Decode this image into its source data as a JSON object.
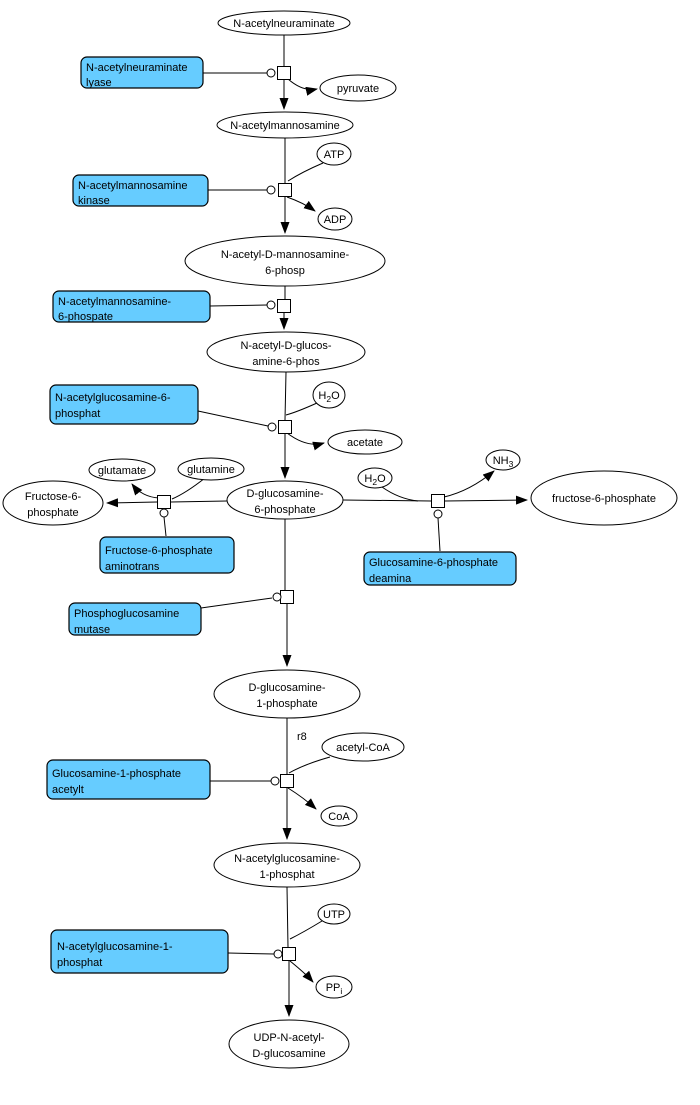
{
  "colors": {
    "enzyme_fill": "#66CCFF",
    "species_fill": "#FFFFFF",
    "stroke": "#000000",
    "background": "#FFFFFF"
  },
  "labels": {
    "r8": "r8"
  },
  "species": {
    "n_acetylneuraminate": {
      "label": "N-acetylneuraminate"
    },
    "pyruvate": {
      "label": "pyruvate"
    },
    "n_acetylmannosamine": {
      "label": "N-acetylmannosamine"
    },
    "atp": {
      "label": "ATP"
    },
    "adp": {
      "label": "ADP"
    },
    "n_acetyl_d_mannosamine_6_phosp": {
      "line1": "N-acetyl-D-mannosamine-",
      "line2": "6-phosp"
    },
    "n_acetyl_d_glucosamine_6_phos": {
      "line1": "N-acetyl-D-glucos-",
      "line2": "amine-6-phos"
    },
    "h2o_1": {
      "pre": "H",
      "sub": "2",
      "post": "O"
    },
    "acetate": {
      "label": "acetate"
    },
    "glutamate": {
      "label": "glutamate"
    },
    "glutamine": {
      "label": "glutamine"
    },
    "fructose_6_phosphate_left": {
      "line1": "Fructose-6-",
      "line2": "phosphate"
    },
    "d_glucosamine_6_phosphate": {
      "line1": "D-glucosamine-",
      "line2": "6-phosphate"
    },
    "h2o_2": {
      "pre": "H",
      "sub": "2",
      "post": "O"
    },
    "nh3": {
      "pre": "NH",
      "sub": "3",
      "post": ""
    },
    "fructose_6_phosphate_right": {
      "label": "fructose-6-phosphate"
    },
    "d_glucosamine_1_phosphate": {
      "line1": "D-glucosamine-",
      "line2": "1-phosphate"
    },
    "acetyl_coa": {
      "label": "acetyl-CoA"
    },
    "coa": {
      "label": "CoA"
    },
    "n_acetylglucosamine_1_phosphat": {
      "line1": "N-acetylglucosamine-",
      "line2": "1-phosphat"
    },
    "utp": {
      "label": "UTP"
    },
    "ppi": {
      "pre": "PP",
      "sub": "i",
      "post": ""
    },
    "udp_n_acetyl_d_glucosamine": {
      "line1": "UDP-N-acetyl-",
      "line2": "D-glucosamine"
    }
  },
  "enzymes": {
    "n_acetylneuraminate_lyase": {
      "line1": "N-acetylneuraminate",
      "line2": "lyase"
    },
    "n_acetylmannosamine_kinase": {
      "line1": "N-acetylmannosamine",
      "line2": "kinase"
    },
    "n_acetylmannosamine_6_phospate": {
      "line1": "N-acetylmannosamine-",
      "line2": "6-phospate"
    },
    "n_acetylglucosamine_6_phosphat": {
      "line1": "N-acetylglucosamine-6-",
      "line2": "phosphat"
    },
    "fructose_6_phosphate_aminotrans": {
      "line1": "Fructose-6-phosphate",
      "line2": "aminotrans"
    },
    "glucosamine_6_phosphate_deamina": {
      "line1": "Glucosamine-6-phosphate",
      "line2": "deamina"
    },
    "phosphoglucosamine_mutase": {
      "line1": "Phosphoglucosamine",
      "line2": "mutase"
    },
    "glucosamine_1_phosphate_acetylt": {
      "line1": "Glucosamine-1-phosphate",
      "line2": "acetylt"
    },
    "n_acetylglucosamine_1_phosphat": {
      "line1": "N-acetylglucosamine-1-",
      "line2": "phosphat"
    }
  }
}
